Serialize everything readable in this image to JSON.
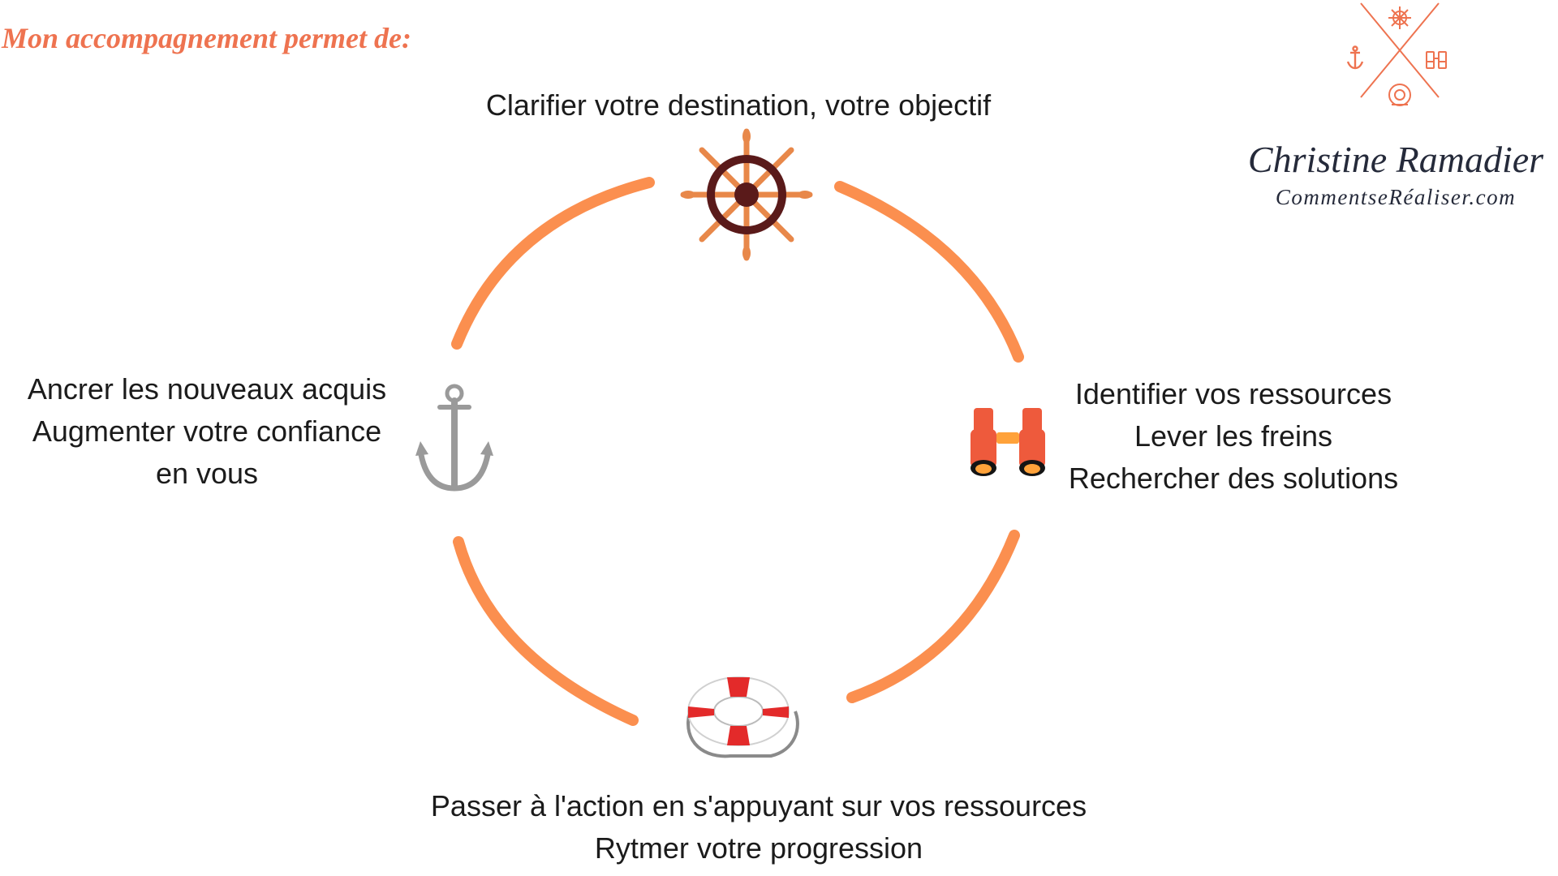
{
  "heading": "Mon accompagnement  permet de:",
  "steps": {
    "top": {
      "lines": [
        "Clarifier votre destination, votre objectif"
      ],
      "icon": "ship-wheel-icon"
    },
    "right": {
      "lines": [
        "Identifier vos ressources",
        "Lever les freins",
        "Rechercher des solutions"
      ],
      "icon": "binoculars-icon"
    },
    "bottom": {
      "lines": [
        "Passer à l'action en s'appuyant sur vos ressources",
        "Rytmer votre progression"
      ],
      "icon": "lifebuoy-icon"
    },
    "left": {
      "lines": [
        "Ancrer les nouveaux acquis",
        "Augmenter votre confiance",
        "en vous"
      ],
      "icon": "anchor-icon"
    }
  },
  "brand": {
    "name": "Christine Ramadier",
    "site": "CommentseRéaliser.com",
    "logo_icons": [
      "ship-wheel-icon",
      "anchor-icon",
      "binoculars-icon",
      "diving-helmet-icon"
    ]
  },
  "colors": {
    "heading": "#ee7350",
    "arrow": "#fb8f4f",
    "logo": "#ee7350",
    "wheel": "#5a1a1a",
    "wheel_spokes": "#e8884a",
    "brand_text": "#252a3a"
  }
}
